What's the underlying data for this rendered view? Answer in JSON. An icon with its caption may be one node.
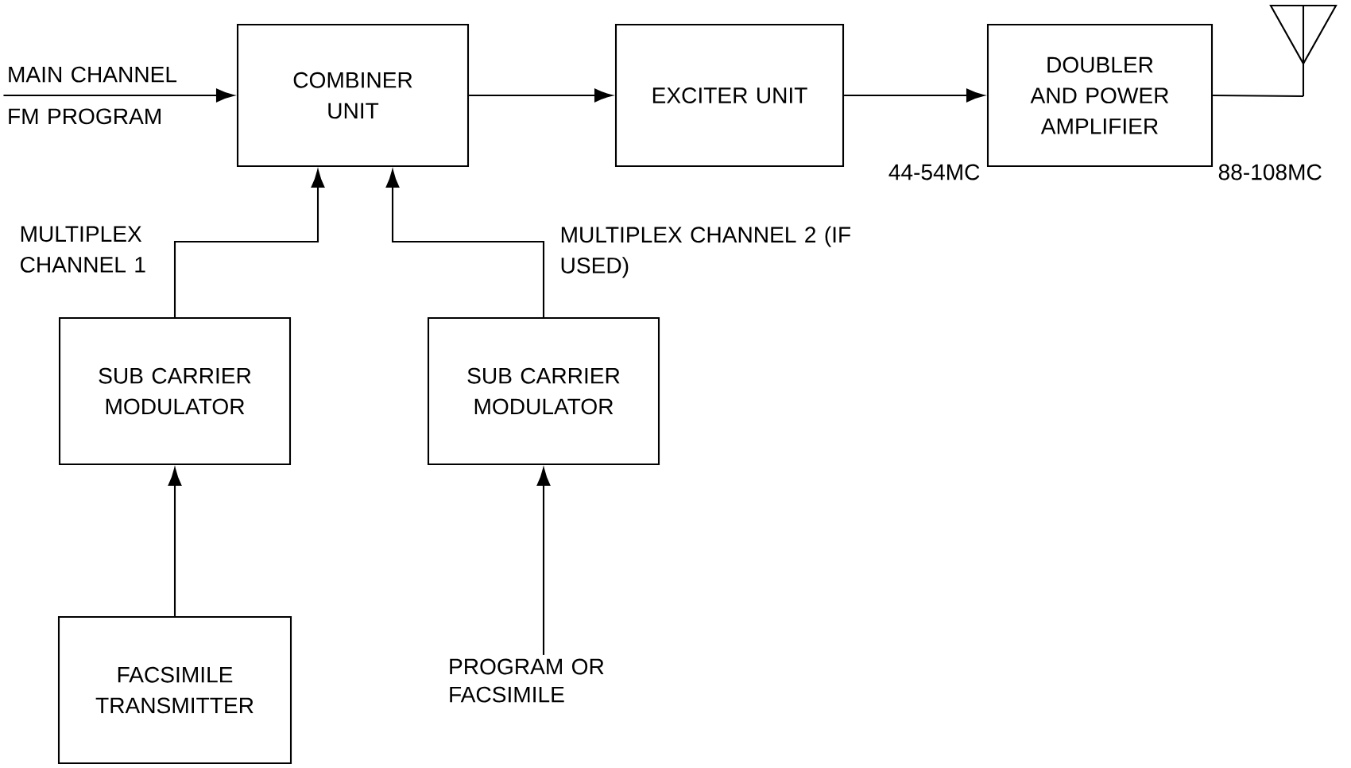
{
  "diagram": {
    "nodes": [
      {
        "text": [
          "MAIN CHANNEL FM PROGRAM"
        ]
      },
      {
        "text": [
          "COMBINER UNIT"
        ]
      },
      {
        "text": [
          "EXCITER UNIT"
        ]
      },
      {
        "text": [
          "DOUBLER AND POWER AMPLIFIER"
        ]
      },
      {
        "text": [],
        "shape": "picture"
      },
      {
        "text": [
          "SUB CARRIER MODULATOR"
        ]
      },
      {
        "text": [
          "SUB CARRIER MODULATOR"
        ]
      },
      {
        "text": [
          "FACSIMILE TRANSMITTER"
        ]
      },
      {
        "text": [
          "PROGRAM OR FACSIMILE"
        ]
      }
    ],
    "edges": [
      {
        "from": 0,
        "to": 1,
        "arrow": "to"
      },
      {
        "from": 1,
        "to": 2,
        "arrow": "to"
      },
      {
        "from": 2,
        "to": 3,
        "arrow": "to"
      },
      {
        "from": 3,
        "to": 4,
        "arrow": "none"
      },
      {
        "from": 5,
        "to": 1,
        "arrow": "to",
        "label": "MULTIPLEX CHANNEL 1"
      },
      {
        "from": 6,
        "to": 1,
        "arrow": "to",
        "label": "MULTIPLEX CHANNEL 2 (IF USED)"
      },
      {
        "from": 7,
        "to": 5,
        "arrow": "to"
      },
      {
        "from": 8,
        "to": 6,
        "arrow": "to"
      }
    ],
    "labels": [
      "44-54MC",
      "88-108MC"
    ]
  }
}
